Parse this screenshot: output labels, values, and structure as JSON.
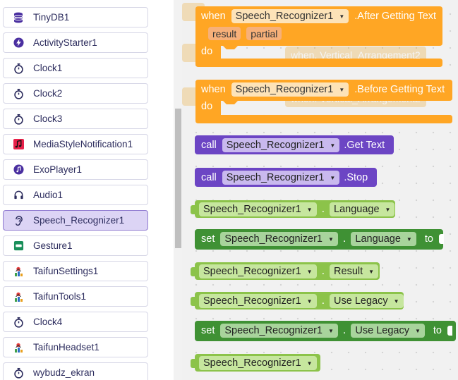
{
  "components": [
    {
      "label": "TinyDB1",
      "icon": "database-icon"
    },
    {
      "label": "ActivityStarter1",
      "icon": "lightning-icon"
    },
    {
      "label": "Clock1",
      "icon": "stopwatch-icon"
    },
    {
      "label": "Clock2",
      "icon": "stopwatch-icon"
    },
    {
      "label": "Clock3",
      "icon": "stopwatch-icon"
    },
    {
      "label": "MediaStyleNotification1",
      "icon": "music-note-icon"
    },
    {
      "label": "ExoPlayer1",
      "icon": "music-disc-icon"
    },
    {
      "label": "Audio1",
      "icon": "headphones-icon"
    },
    {
      "label": "Speech_Recognizer1",
      "icon": "ear-icon",
      "selected": true
    },
    {
      "label": "Gesture1",
      "icon": "gesture-icon"
    },
    {
      "label": "TaifunSettings1",
      "icon": "extension-icon"
    },
    {
      "label": "TaifunTools1",
      "icon": "extension-icon"
    },
    {
      "label": "Clock4",
      "icon": "stopwatch-icon"
    },
    {
      "label": "TaifunHeadset1",
      "icon": "extension-icon"
    },
    {
      "label": "wybudz_ekran",
      "icon": "stopwatch-icon"
    }
  ],
  "colors": {
    "event": "#ffa624",
    "event_dark": "#e8901a",
    "method": "#6c45c4",
    "getter": "#8cc34a",
    "setter": "#3f9134",
    "param": "#f7b079"
  },
  "blocks": {
    "after_event": {
      "when": "when",
      "component": "Speech_Recognizer1",
      "event": ".After Getting Text",
      "params": [
        "result",
        "partial"
      ],
      "do": "do"
    },
    "before_event": {
      "when": "when",
      "component": "Speech_Recognizer1",
      "event": ".Before Getting Text",
      "do": "do"
    },
    "call_gettext": {
      "call": "call",
      "component": "Speech_Recognizer1",
      "method": ".Get Text"
    },
    "call_stop": {
      "call": "call",
      "component": "Speech_Recognizer1",
      "method": ".Stop"
    },
    "get_language": {
      "component": "Speech_Recognizer1",
      "property": "Language"
    },
    "set_language": {
      "set": "set",
      "component": "Speech_Recognizer1",
      "property": "Language",
      "to": "to"
    },
    "get_result": {
      "component": "Speech_Recognizer1",
      "property": "Result"
    },
    "get_uselegacy": {
      "component": "Speech_Recognizer1",
      "property": "Use Legacy"
    },
    "set_uselegacy": {
      "set": "set",
      "component": "Speech_Recognizer1",
      "property": "Use Legacy",
      "to": "to"
    },
    "component_ref": {
      "component": "Speech_Recognizer1"
    }
  },
  "ghost_text": {
    "g1": "when. Vertical_Arrangement2",
    "g2": "when. Vertical_Arrangement2"
  }
}
